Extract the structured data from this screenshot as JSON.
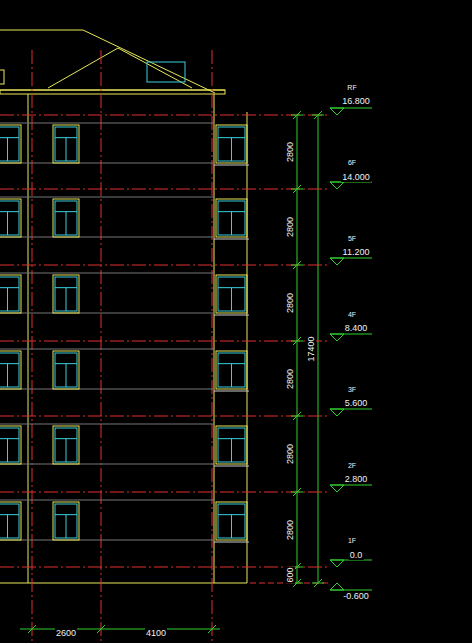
{
  "diagram": {
    "labels": [
      "RF",
      "16.800",
      "6F",
      "14.000",
      "5F",
      "11.200",
      "4F",
      "8.400",
      "3F",
      "5.600",
      "2F",
      "2.800",
      "1F",
      "0.0",
      "-0.600",
      "2800",
      "2800",
      "2800",
      "2800",
      "2800",
      "2800",
      "600",
      "17400",
      "2600",
      "4100"
    ]
  }
}
